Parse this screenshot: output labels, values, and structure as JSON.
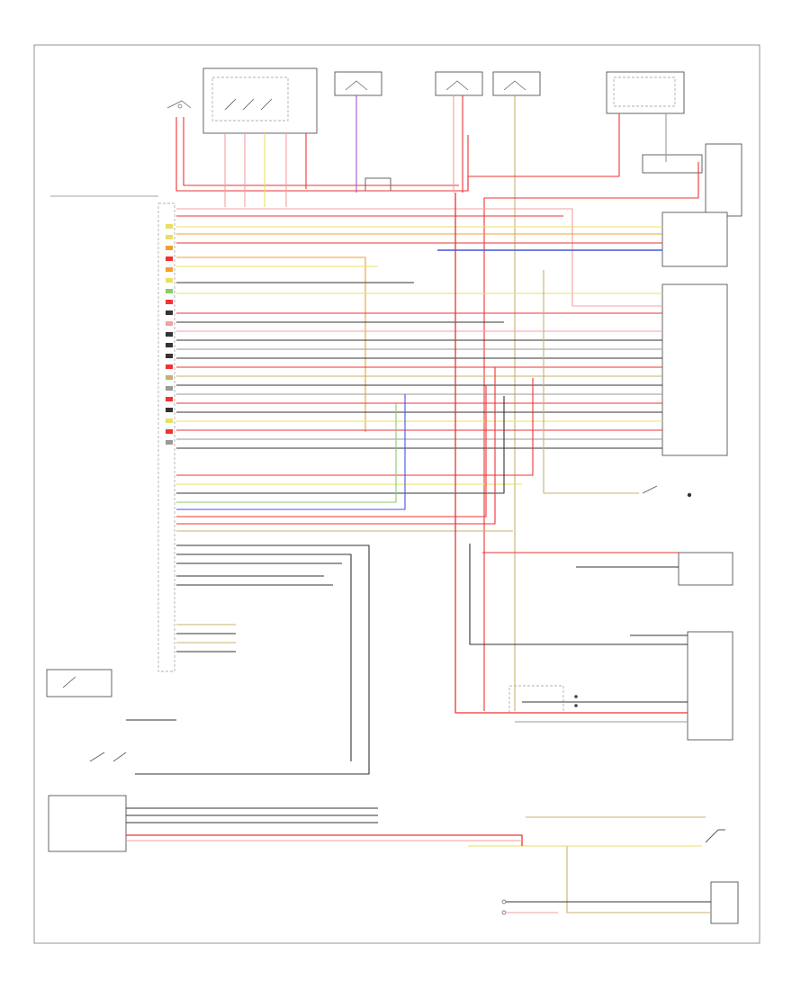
{
  "title": "",
  "footer": {
    "code": ""
  },
  "colors": {
    "wire_red": "#ee3333",
    "wire_pink": "#f4a0a0",
    "wire_yellow": "#e8e060",
    "wire_orange": "#f0a030",
    "wire_green": "#88cc66",
    "wire_blue": "#4455dd",
    "wire_violet": "#a055cc",
    "wire_black": "#333333",
    "wire_gray": "#999999",
    "wire_tan": "#c8b070"
  },
  "components": {
    "bcm": {
      "label": ""
    },
    "steering_wheel_unit": {
      "label": ""
    },
    "electronic_ignition_lock": {
      "label": ""
    },
    "steering_angle_sensor": {
      "label": ""
    },
    "climate_control_unit": {
      "label": ""
    },
    "parking_brake_switch": {
      "label": ""
    },
    "left_rear_unit": {
      "label": ""
    },
    "right_rear_unit": {
      "label": ""
    }
  },
  "bcm_pins": [
    {
      "pin": "",
      "wire": "",
      "color": "yellow"
    },
    {
      "pin": "",
      "wire": "",
      "color": "yellow"
    },
    {
      "pin": "",
      "wire": "",
      "color": "orange"
    },
    {
      "pin": "",
      "wire": "",
      "color": "red"
    },
    {
      "pin": "",
      "wire": "",
      "color": "orange"
    },
    {
      "pin": "",
      "wire": "",
      "color": "yellow"
    },
    {
      "pin": "",
      "wire": "",
      "color": "green"
    },
    {
      "pin": "",
      "wire": "",
      "color": "red"
    },
    {
      "pin": "",
      "wire": "",
      "color": "black"
    },
    {
      "pin": "",
      "wire": "",
      "color": "pink"
    },
    {
      "pin": "",
      "wire": "",
      "color": "black"
    },
    {
      "pin": "",
      "wire": "",
      "color": "black"
    },
    {
      "pin": "",
      "wire": "",
      "color": "black"
    },
    {
      "pin": "",
      "wire": "",
      "color": "red"
    },
    {
      "pin": "",
      "wire": "",
      "color": "tan"
    },
    {
      "pin": "",
      "wire": "",
      "color": "gray"
    },
    {
      "pin": "",
      "wire": "",
      "color": "red"
    },
    {
      "pin": "",
      "wire": "",
      "color": "black"
    },
    {
      "pin": "",
      "wire": "",
      "color": "yellow"
    },
    {
      "pin": "",
      "wire": "",
      "color": "red"
    },
    {
      "pin": "",
      "wire": "",
      "color": "gray"
    }
  ]
}
